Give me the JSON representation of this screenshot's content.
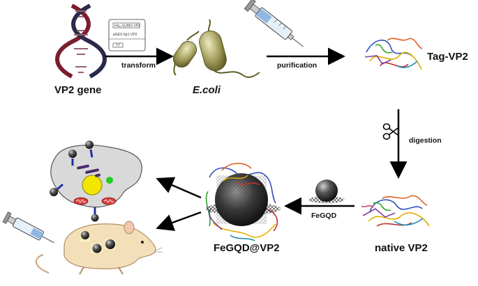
{
  "labels": {
    "vp2_gene": "VP2 gene",
    "ecoli": "E.coli",
    "tag_vp2": "Tag-VP2",
    "native_vp2": "native VP2",
    "fegqd_vp2": "FeGQD@VP2"
  },
  "arrows": {
    "transform": "transform",
    "purification": "purification",
    "digestion": "digestion",
    "fegqd": "FeGQD"
  },
  "plasmid": {
    "line1": "His₆-SUMO-VP2",
    "line2": "pGEX-6p1-VP2",
    "line3": "T7"
  },
  "colors": {
    "dna_strand_a": "#7a1e2e",
    "dna_strand_b": "#2a2a4a",
    "ecoli_body": "#9c9a5a",
    "ecoli_dark": "#5e5b25",
    "cell_fill": "#d9d9d9",
    "nucleus": "#f2e600",
    "mito": "#d94040",
    "green_vesicle": "#22cc22",
    "mouse_fill": "#f3e0b8",
    "arrow": "#000000"
  }
}
